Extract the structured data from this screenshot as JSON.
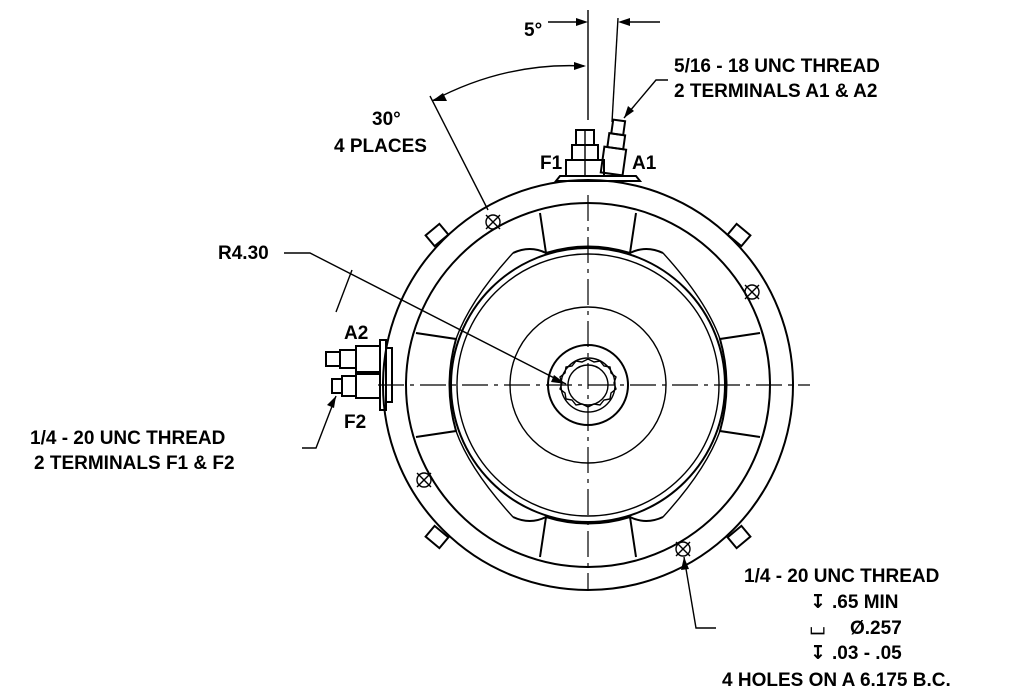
{
  "labels": {
    "angle_top": "5°",
    "thread_a_line1": "5/16 - 18 UNC THREAD",
    "thread_a_line2": "2 TERMINALS A1 & A2",
    "angle_30": "30°",
    "places": "4 PLACES",
    "terminal_f1": "F1",
    "terminal_a1": "A1",
    "radius": "R4.30",
    "terminal_a2": "A2",
    "terminal_f2": "F2",
    "thread_f_line1": "1/4 - 20 UNC THREAD",
    "thread_f_line2": "2 TERMINALS F1 & F2",
    "hole_line1": "1/4 - 20 UNC THREAD",
    "hole_depth_symbol": "↧",
    "hole_depth": ".65 MIN",
    "hole_counterbore_symbol": "⌴",
    "hole_diameter": "Ø.257",
    "hole_depth2_symbol": "↧",
    "hole_depth2": ".03 - .05",
    "hole_line5": "4 HOLES ON A 6.175 B.C."
  }
}
